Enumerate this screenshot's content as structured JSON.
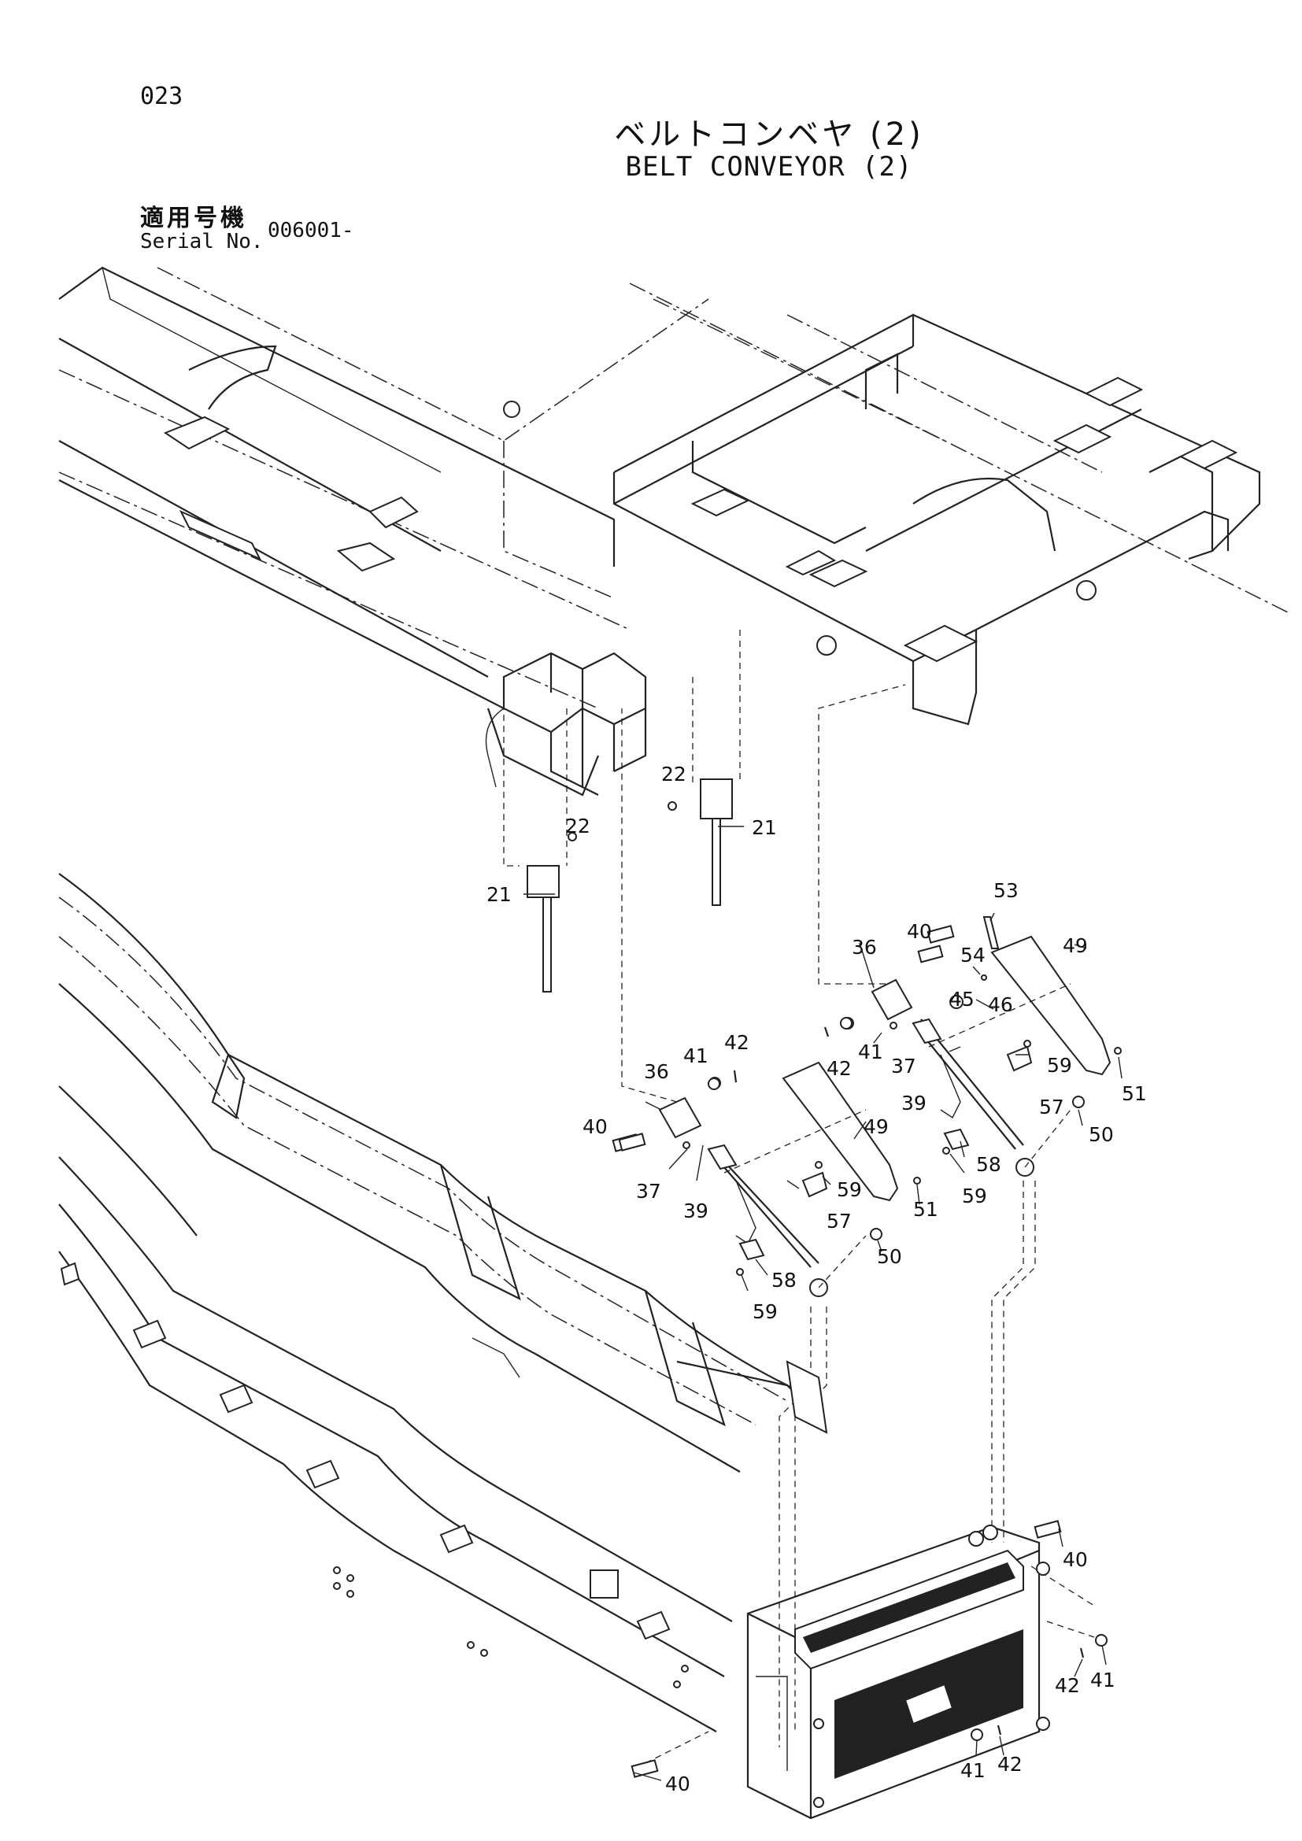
{
  "header": {
    "page_number": "023",
    "title_jp": "ベルトコンベヤ (2)",
    "title_en": "BELT CONVEYOR (2)",
    "serial_label_jp": "適用号機",
    "serial_label_en": "Serial No.",
    "serial_value": "006001-"
  },
  "callouts": [
    {
      "id": "c22a",
      "label": "22"
    },
    {
      "id": "c21a",
      "label": "21"
    },
    {
      "id": "c22b",
      "label": "22"
    },
    {
      "id": "c21b",
      "label": "21"
    },
    {
      "id": "c53",
      "label": "53"
    },
    {
      "id": "c40a",
      "label": "40"
    },
    {
      "id": "c49a",
      "label": "49"
    },
    {
      "id": "c36a",
      "label": "36"
    },
    {
      "id": "c54",
      "label": "54"
    },
    {
      "id": "c45",
      "label": "45"
    },
    {
      "id": "c46",
      "label": "46"
    },
    {
      "id": "c42a",
      "label": "42"
    },
    {
      "id": "c41a",
      "label": "41"
    },
    {
      "id": "c37a",
      "label": "37"
    },
    {
      "id": "c59a",
      "label": "59"
    },
    {
      "id": "c39a",
      "label": "39"
    },
    {
      "id": "c57a",
      "label": "57"
    },
    {
      "id": "c51a",
      "label": "51"
    },
    {
      "id": "c50a",
      "label": "50"
    },
    {
      "id": "c58a",
      "label": "58"
    },
    {
      "id": "c59b",
      "label": "59"
    },
    {
      "id": "c41b",
      "label": "41"
    },
    {
      "id": "c42b",
      "label": "42"
    },
    {
      "id": "c36b",
      "label": "36"
    },
    {
      "id": "c40b",
      "label": "40"
    },
    {
      "id": "c49b",
      "label": "49"
    },
    {
      "id": "c37b",
      "label": "37"
    },
    {
      "id": "c59c",
      "label": "59"
    },
    {
      "id": "c39b",
      "label": "39"
    },
    {
      "id": "c57b",
      "label": "57"
    },
    {
      "id": "c51b",
      "label": "51"
    },
    {
      "id": "c50b",
      "label": "50"
    },
    {
      "id": "c58b",
      "label": "58"
    },
    {
      "id": "c59d",
      "label": "59"
    },
    {
      "id": "c40c",
      "label": "40"
    },
    {
      "id": "c42c",
      "label": "42"
    },
    {
      "id": "c41c",
      "label": "41"
    },
    {
      "id": "c40d",
      "label": "40"
    },
    {
      "id": "c41d",
      "label": "41"
    },
    {
      "id": "c42d",
      "label": "42"
    }
  ]
}
